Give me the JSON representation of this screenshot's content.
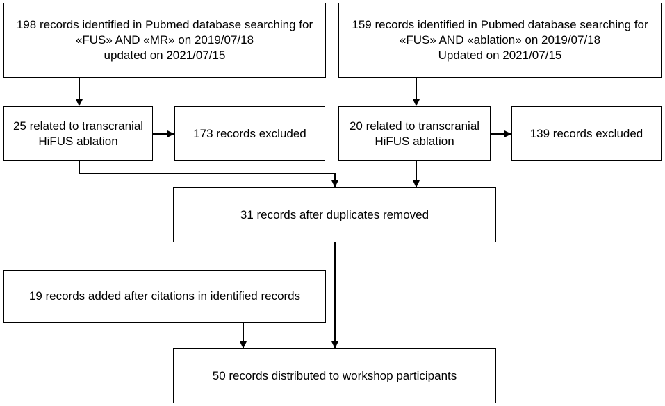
{
  "flowchart": {
    "search_mr": {
      "lines": [
        "198 records identified in Pubmed database searching for",
        "«FUS» AND «MR» on 2019/07/18",
        "updated on 2021/07/15"
      ]
    },
    "search_ablation": {
      "lines": [
        "159 records identified in Pubmed database searching for",
        "«FUS» AND «ablation» on 2019/07/18",
        "Updated on 2021/07/15"
      ]
    },
    "related_mr": {
      "lines": [
        "25 related to transcranial",
        "HiFUS ablation"
      ]
    },
    "excluded_mr": {
      "lines": [
        "173 records excluded"
      ]
    },
    "related_ablation": {
      "lines": [
        "20 related to transcranial",
        "HiFUS ablation"
      ]
    },
    "excluded_ablation": {
      "lines": [
        "139 records excluded"
      ]
    },
    "deduplicated": {
      "lines": [
        "31 records after duplicates removed"
      ]
    },
    "citations_added": {
      "lines": [
        "19 records added after citations in identified records"
      ]
    },
    "distributed": {
      "lines": [
        "50 records distributed to workshop participants"
      ]
    }
  }
}
